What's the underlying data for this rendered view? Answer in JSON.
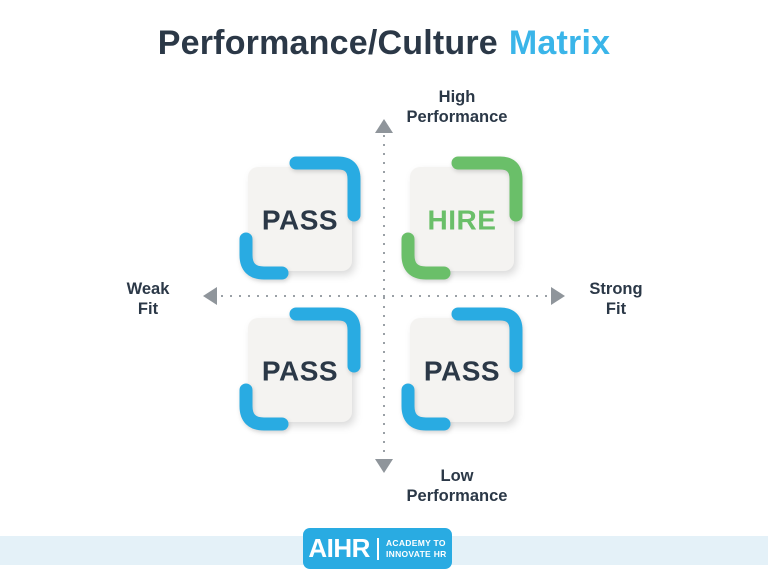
{
  "title": {
    "main": "Performance/Culture",
    "accent": "Matrix"
  },
  "axes": {
    "top_label": "High Performance",
    "bottom_label": "Low Performance",
    "left_label": "Weak Fit",
    "right_label": "Strong Fit"
  },
  "quadrants": [
    {
      "position": "top-left",
      "label": "PASS",
      "bracket_color": "#29abe2",
      "label_color": "#2b3847"
    },
    {
      "position": "top-right",
      "label": "HIRE",
      "bracket_color": "#6abf69",
      "label_color": "#6abf69"
    },
    {
      "position": "bottom-left",
      "label": "PASS",
      "bracket_color": "#29abe2",
      "label_color": "#2b3847"
    },
    {
      "position": "bottom-right",
      "label": "PASS",
      "bracket_color": "#29abe2",
      "label_color": "#2b3847"
    }
  ],
  "colors": {
    "navy": "#2b3847",
    "title_accent_blue": "#3ab5e9",
    "bracket_blue": "#29abe2",
    "bracket_green": "#6abf69",
    "card_background": "#f4f3f1",
    "axis_gray": "#9aa0a6",
    "footer_band": "#e4f1f8",
    "logo_blue": "#29abe2"
  },
  "footer": {
    "logo_text": "AIHR",
    "tagline_line1": "ACADEMY TO",
    "tagline_line2": "INNOVATE HR"
  }
}
